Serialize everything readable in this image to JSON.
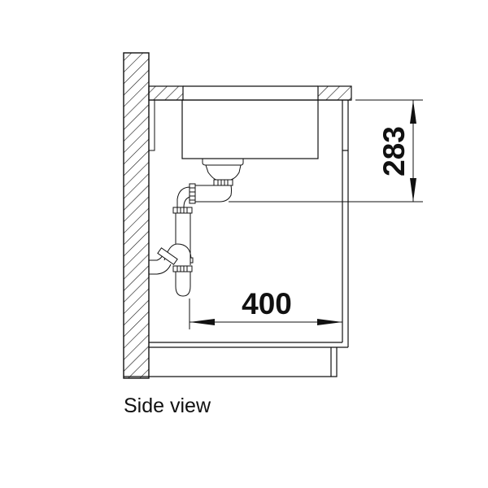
{
  "caption": "Side view",
  "dimensions": {
    "height": {
      "value": "283",
      "orientation": "vertical"
    },
    "depth": {
      "value": "400",
      "orientation": "horizontal"
    }
  },
  "colors": {
    "line": "#111111",
    "background": "#ffffff"
  }
}
